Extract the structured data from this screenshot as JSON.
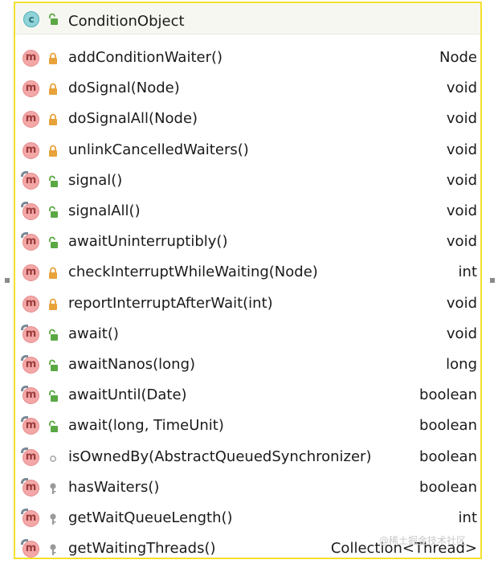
{
  "header": {
    "icon_letter": "c",
    "title": "ConditionObject",
    "visibility": "public"
  },
  "methods": [
    {
      "name": "addConditionWaiter()",
      "type": "Node",
      "visibility": "private",
      "override": false
    },
    {
      "name": "doSignal(Node)",
      "type": "void",
      "visibility": "private",
      "override": false
    },
    {
      "name": "doSignalAll(Node)",
      "type": "void",
      "visibility": "private",
      "override": false
    },
    {
      "name": "unlinkCancelledWaiters()",
      "type": "void",
      "visibility": "private",
      "override": false
    },
    {
      "name": "signal()",
      "type": "void",
      "visibility": "public",
      "override": true
    },
    {
      "name": "signalAll()",
      "type": "void",
      "visibility": "public",
      "override": true
    },
    {
      "name": "awaitUninterruptibly()",
      "type": "void",
      "visibility": "public",
      "override": true
    },
    {
      "name": "checkInterruptWhileWaiting(Node)",
      "type": "int",
      "visibility": "private",
      "override": false
    },
    {
      "name": "reportInterruptAfterWait(int)",
      "type": "void",
      "visibility": "private",
      "override": false
    },
    {
      "name": "await()",
      "type": "void",
      "visibility": "public",
      "override": true
    },
    {
      "name": "awaitNanos(long)",
      "type": "long",
      "visibility": "public",
      "override": true
    },
    {
      "name": "awaitUntil(Date)",
      "type": "boolean",
      "visibility": "public",
      "override": true
    },
    {
      "name": "await(long, TimeUnit)",
      "type": "boolean",
      "visibility": "public",
      "override": true
    },
    {
      "name": "isOwnedBy(AbstractQueuedSynchronizer)",
      "type": "boolean",
      "visibility": "package",
      "override": true
    },
    {
      "name": "hasWaiters()",
      "type": "boolean",
      "visibility": "protected",
      "override": true
    },
    {
      "name": "getWaitQueueLength()",
      "type": "int",
      "visibility": "protected",
      "override": true
    },
    {
      "name": "getWaitingThreads()",
      "type": "Collection<Thread>",
      "visibility": "protected",
      "override": true
    }
  ],
  "method_icon_letter": "m",
  "watermark": "@稀土掘金技术社区",
  "colors": {
    "border": "#f5e02e",
    "lock_private": "#e8a23a",
    "lock_public": "#5aa844",
    "key_protected": "#9a9a9a"
  }
}
